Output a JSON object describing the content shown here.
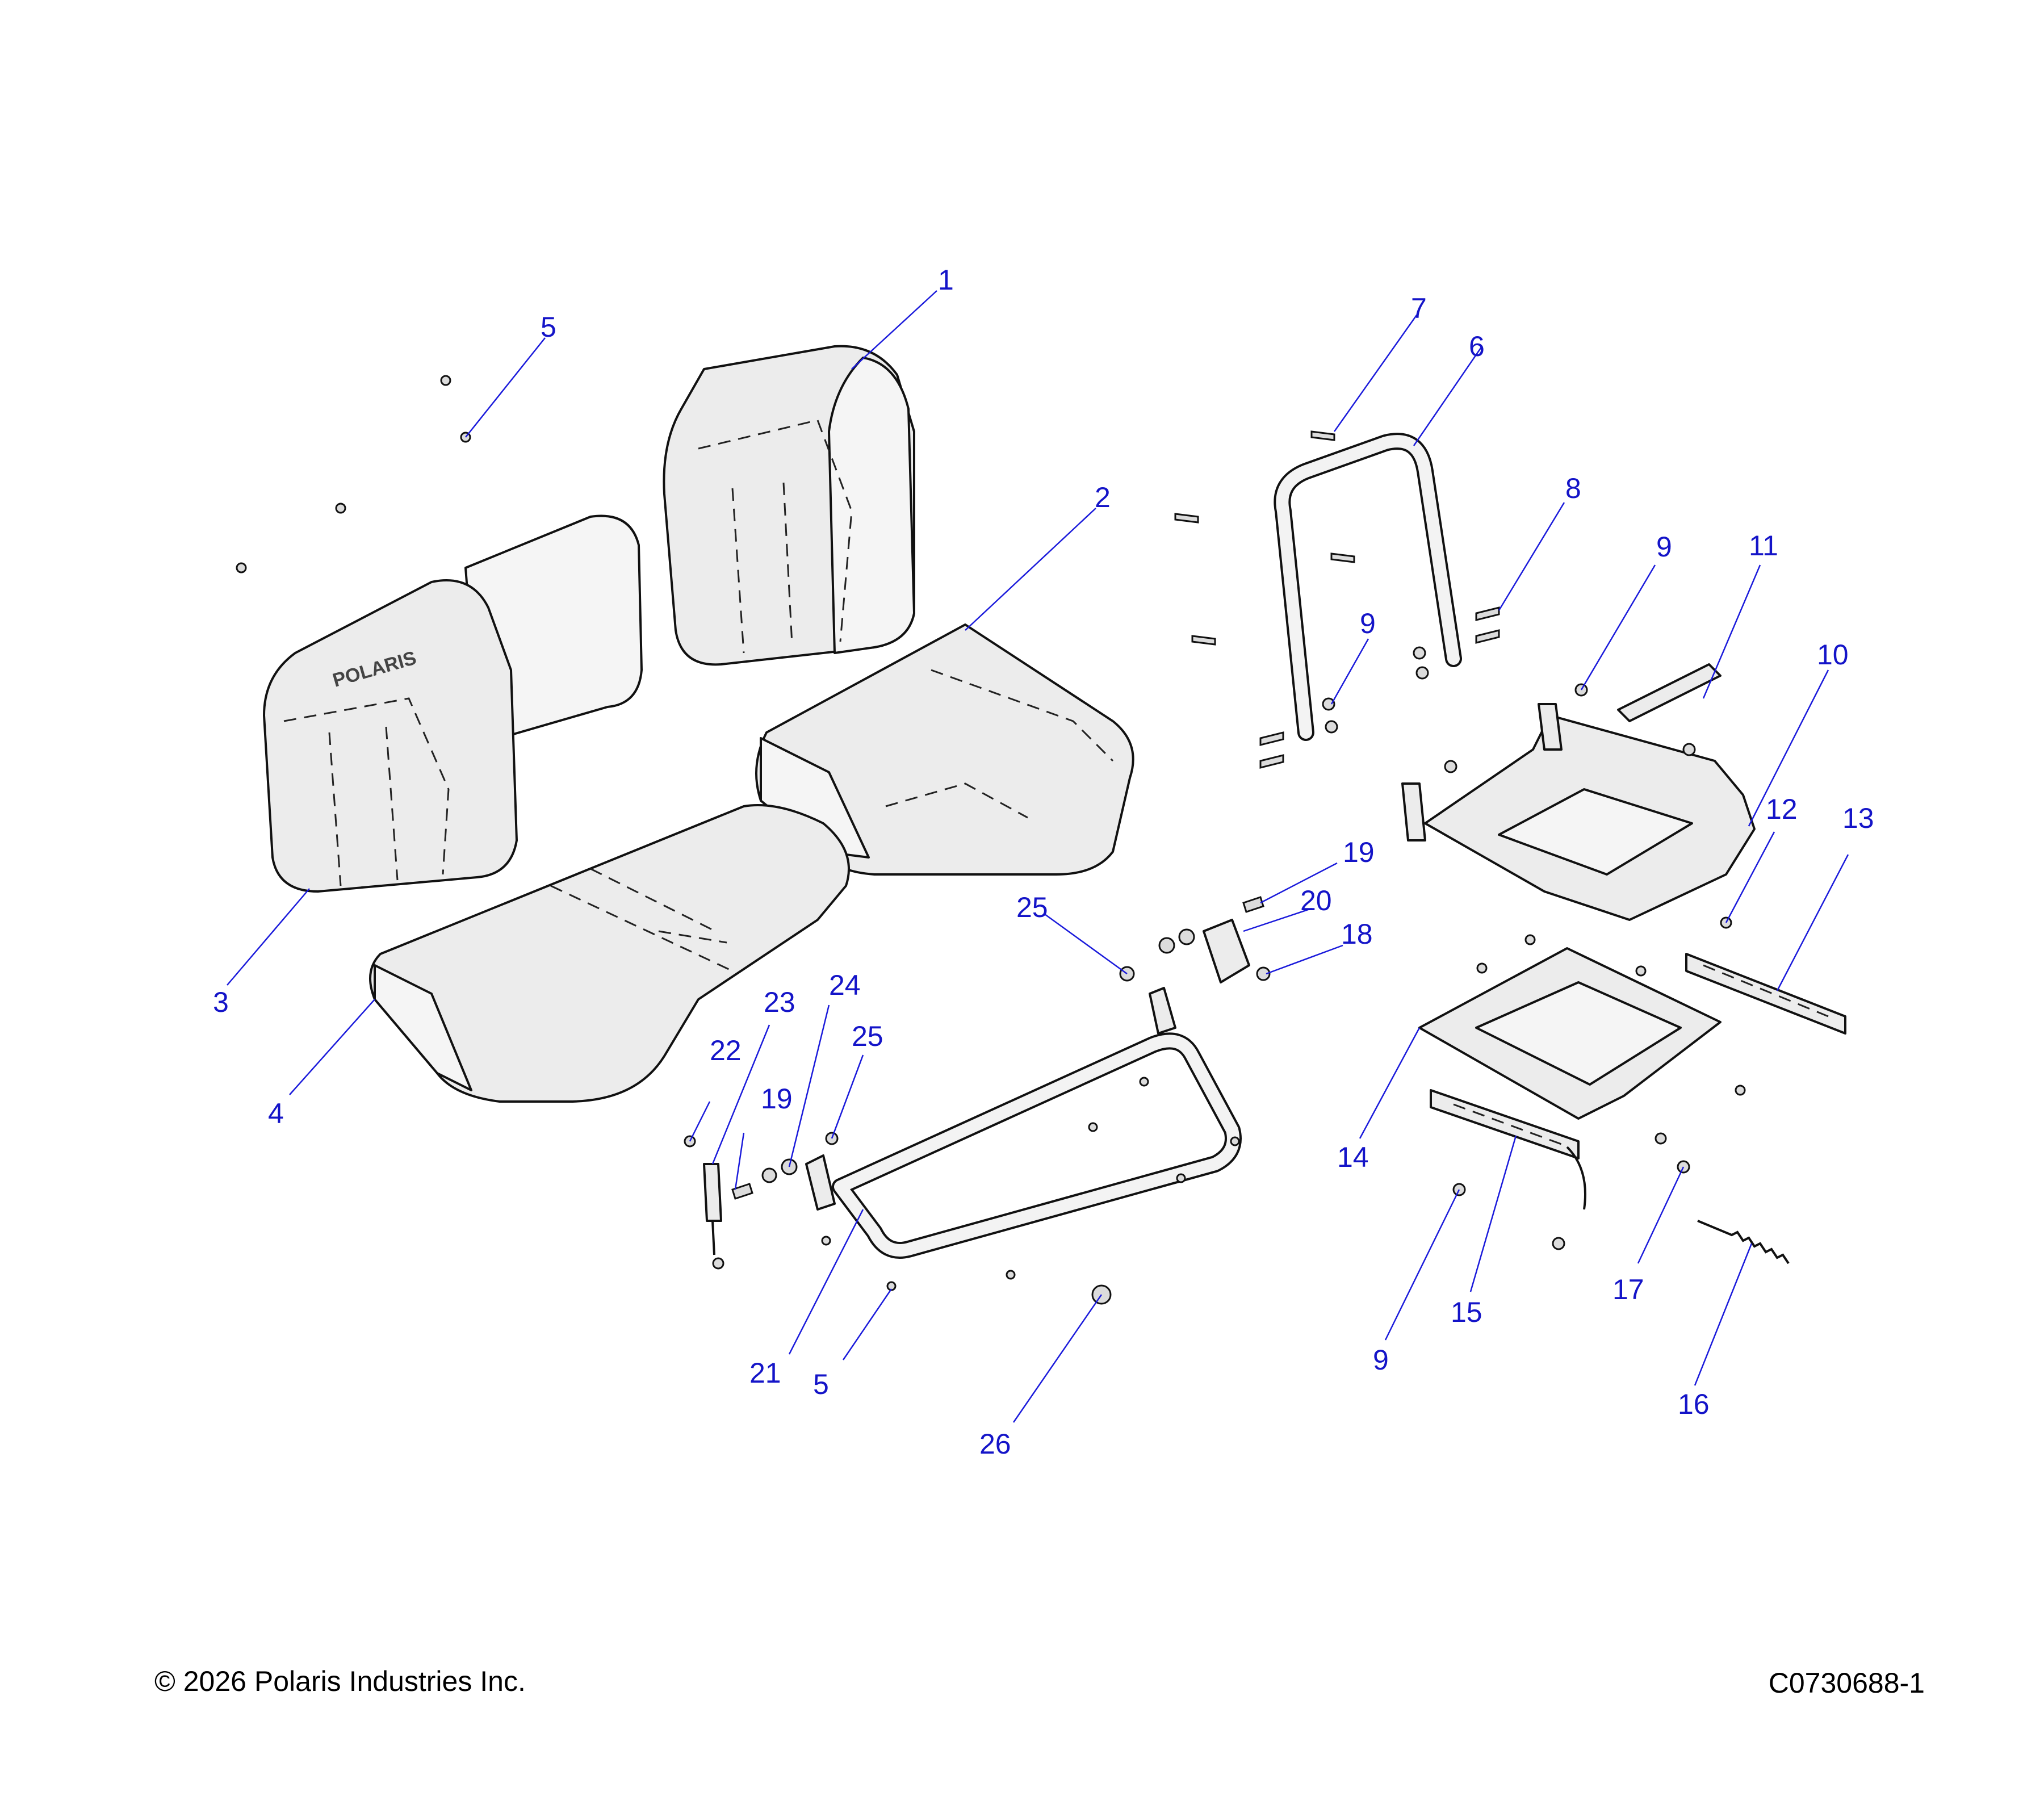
{
  "diagram": {
    "callouts": [
      {
        "id": "c1",
        "label": "1"
      },
      {
        "id": "c2",
        "label": "2"
      },
      {
        "id": "c3",
        "label": "3"
      },
      {
        "id": "c4",
        "label": "4"
      },
      {
        "id": "c5a",
        "label": "5"
      },
      {
        "id": "c5b",
        "label": "5"
      },
      {
        "id": "c6",
        "label": "6"
      },
      {
        "id": "c7",
        "label": "7"
      },
      {
        "id": "c8",
        "label": "8"
      },
      {
        "id": "c9a",
        "label": "9"
      },
      {
        "id": "c9b",
        "label": "9"
      },
      {
        "id": "c9c",
        "label": "9"
      },
      {
        "id": "c10",
        "label": "10"
      },
      {
        "id": "c11",
        "label": "11"
      },
      {
        "id": "c12",
        "label": "12"
      },
      {
        "id": "c13",
        "label": "13"
      },
      {
        "id": "c14",
        "label": "14"
      },
      {
        "id": "c15",
        "label": "15"
      },
      {
        "id": "c16",
        "label": "16"
      },
      {
        "id": "c17",
        "label": "17"
      },
      {
        "id": "c18",
        "label": "18"
      },
      {
        "id": "c19a",
        "label": "19"
      },
      {
        "id": "c19b",
        "label": "19"
      },
      {
        "id": "c20",
        "label": "20"
      },
      {
        "id": "c21",
        "label": "21"
      },
      {
        "id": "c22",
        "label": "22"
      },
      {
        "id": "c23",
        "label": "23"
      },
      {
        "id": "c24",
        "label": "24"
      },
      {
        "id": "c25a",
        "label": "25"
      },
      {
        "id": "c25b",
        "label": "25"
      },
      {
        "id": "c26",
        "label": "26"
      }
    ],
    "logo_text": "POLARIS"
  },
  "footer": {
    "copyright": "© 2026 Polaris Industries Inc.",
    "drawing_number": "C0730688-1"
  }
}
